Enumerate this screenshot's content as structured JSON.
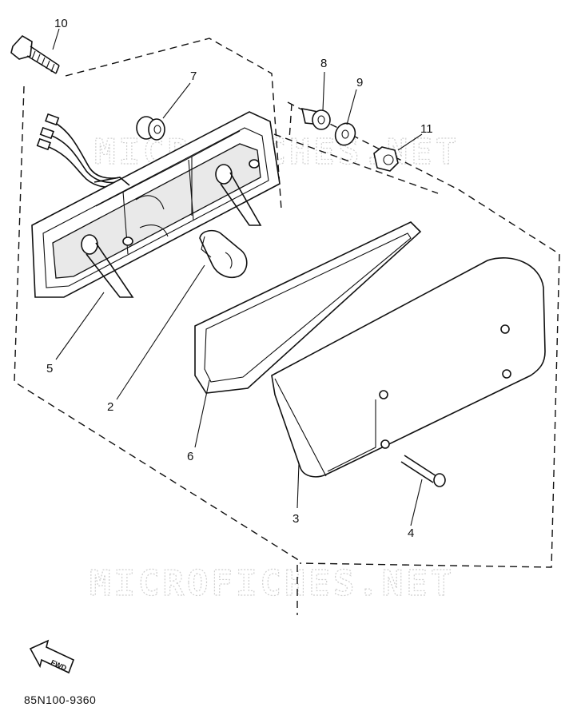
{
  "diagram": {
    "part_callouts": [
      "10",
      "7",
      "8",
      "9",
      "11",
      "5",
      "2",
      "6",
      "3",
      "4"
    ],
    "watermark": "MICROFICHES.NET",
    "fwd_label": "FWD",
    "drawing_code": "85N100-9360"
  }
}
